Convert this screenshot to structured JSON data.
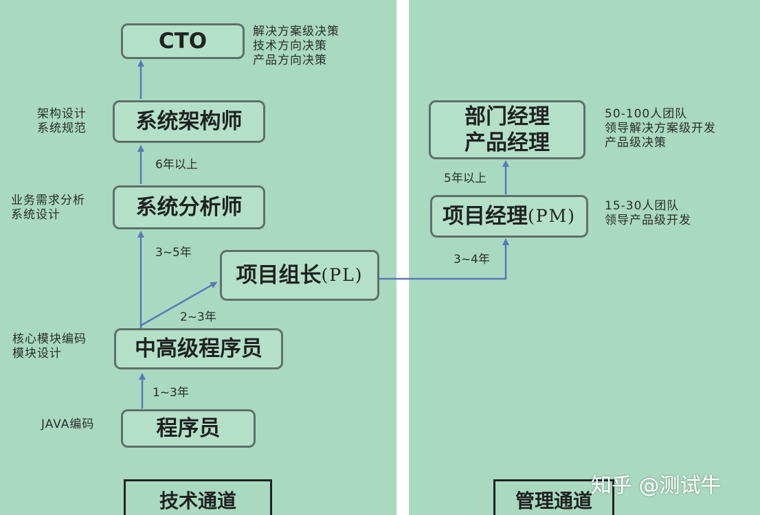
{
  "colors": {
    "panel_background": "#a9d9c0",
    "node_background": "#b4e0c9",
    "node_border": "#5f6f6a",
    "arrow": "#5b78b8"
  },
  "tech_track": {
    "title": "技术通道",
    "nodes": {
      "cto": "CTO",
      "architect": "系统架构师",
      "analyst": "系统分析师",
      "senior_programmer": "中高级程序员",
      "programmer": "程序员"
    },
    "notes": {
      "cto": [
        "解决方案级决策",
        "技术方向决策",
        "产品方向决策"
      ],
      "architect": [
        "架构设计",
        "系统规范"
      ],
      "analyst": [
        "业务需求分析",
        "系统设计"
      ],
      "senior_programmer": [
        "核心模块编码",
        "模块设计"
      ],
      "programmer": [
        "JAVA编码"
      ]
    },
    "years": {
      "analyst_to_architect": "6年以上",
      "senior_to_analyst": "3~5年",
      "senior_to_pl": "2~3年",
      "programmer_to_senior": "1~3年"
    }
  },
  "team_lead": {
    "label": "项目组长",
    "abbr": "(PL)"
  },
  "mgmt_track": {
    "title": "管理通道",
    "nodes": {
      "dept_manager_line1": "部门经理",
      "dept_manager_line2": "产品经理",
      "pm_label": "项目经理",
      "pm_abbr": "(PM)"
    },
    "notes": {
      "dept_manager": [
        "50-100人团队",
        "领导解决方案级开发",
        "产品级决策"
      ],
      "pm": [
        "15-30人团队",
        "领导产品级开发"
      ]
    },
    "years": {
      "pm_to_dept": "5年以上",
      "pl_to_pm": "3~4年"
    }
  },
  "watermark": "知乎 @测试牛"
}
